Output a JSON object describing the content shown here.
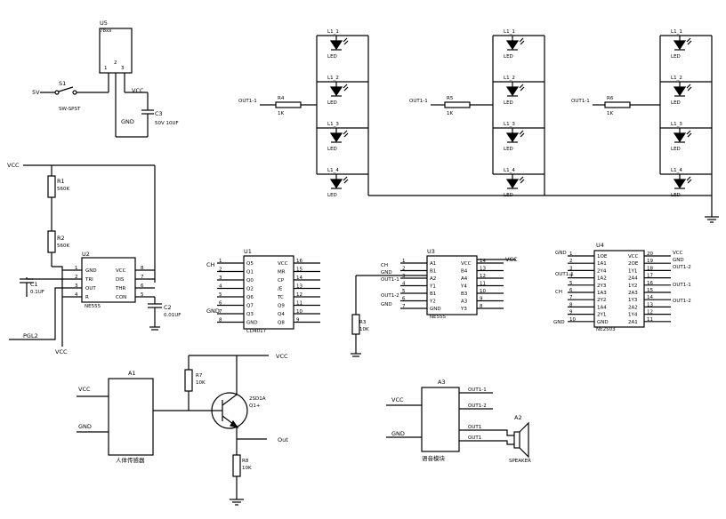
{
  "labels": {
    "u5": "U5",
    "u5_sub": "78xx",
    "ps_5v": "5V",
    "s1": "S1",
    "s1_sub": "SW-SPST",
    "vcc_reg": "VCC",
    "gnd_reg": "GND",
    "c3": "C3",
    "c3_val": "50V 10UF",
    "vcc_left": "VCC",
    "r1": "R1",
    "r1_val": "560K",
    "r2": "R2",
    "r2_val": "560K",
    "c1": "C1",
    "c1_val": "0.1UF",
    "c2": "C2",
    "c2_val": "0.01UF",
    "pgl2": "PGL2",
    "vcc_bottom": "VCC",
    "u2": "U2",
    "u2_chip": "NE555",
    "u1": "U1",
    "u1_chip": "CD4017",
    "u3": "U3",
    "u3_chip": "NE555",
    "u4": "U4",
    "u4_chip": "NE2503",
    "a1": "A1",
    "a1_title": "人体传感器",
    "a3": "A3",
    "a3_title": "语音模块",
    "a2": "A2",
    "speaker": "SPEAKER",
    "vcc_t1": "VCC",
    "t1": "2SD1A",
    "t1_sub": "Q1+",
    "r7": "R7",
    "r7_val": "10K",
    "r8": "R8",
    "r8_val": "10K",
    "out_t1": "Out",
    "vcc_a1": "VCC",
    "gnd_a1": "GND",
    "vcc_a3": "VCC",
    "gnd_a3": "GND",
    "out1_1": "OUT1-1",
    "out1_2": "OUT1-2",
    "out1_3": "OUT1",
    "out1_4": "OUT1",
    "ch": "CH",
    "gnd": "GND"
  },
  "led_groups": [
    {
      "out": "OUT1-1",
      "r": "R4",
      "rval": "1K",
      "leds": [
        "L1_1",
        "L1_2",
        "L1_3",
        "L1_4"
      ],
      "led_val": "LED"
    },
    {
      "out": "OUT1-1",
      "r": "R5",
      "rval": "1K",
      "leds": [
        "L1_1",
        "L1_2",
        "L1_3",
        "L1_4"
      ],
      "led_val": "LED"
    },
    {
      "out": "OUT1-1",
      "r": "R6",
      "rval": "1K",
      "leds": [
        "L1_1",
        "L1_2",
        "L1_3",
        "L1_4"
      ],
      "led_val": "LED"
    }
  ],
  "u2_pins": {
    "left": [
      "GND",
      "TRI",
      "OUT",
      "R"
    ],
    "right": [
      "VCC",
      "DIS",
      "THR",
      "CON"
    ],
    "nums_left": [
      "1",
      "2",
      "3",
      "4"
    ],
    "nums_right": [
      "8",
      "7",
      "6",
      "5"
    ]
  },
  "u1_pins": {
    "left": [
      "Q5",
      "Q1",
      "Q0",
      "Q2",
      "Q6",
      "Q7",
      "Q3",
      "GND"
    ],
    "right": [
      "VCC",
      "MR",
      "CP",
      "/E",
      "TC",
      "Q9",
      "Q4",
      "Q8"
    ],
    "nums_left": [
      "1",
      "2",
      "3",
      "4",
      "5",
      "6",
      "7",
      "8"
    ],
    "nums_right": [
      "16",
      "15",
      "14",
      "13",
      "12",
      "11",
      "10",
      "9"
    ]
  },
  "u3_pins": {
    "left": [
      "A1",
      "B1",
      "A2",
      "Y1",
      "B1",
      "Y2",
      "GND"
    ],
    "right": [
      "VCC",
      "B4",
      "A4",
      "Y4",
      "B3",
      "A3",
      "Y3"
    ],
    "nums_left": [
      "1",
      "2",
      "3",
      "4",
      "5",
      "6",
      "7"
    ],
    "nums_right": [
      "14",
      "13",
      "12",
      "11",
      "10",
      "9",
      "8"
    ]
  },
  "u4_pins": {
    "left": [
      "1OE",
      "1A1",
      "2Y4",
      "1A2",
      "2Y3",
      "1A3",
      "2Y2",
      "1A4",
      "2Y1",
      "GND"
    ],
    "right": [
      "VCC",
      "2OE",
      "1Y1",
      "2A4",
      "1Y2",
      "2A3",
      "1Y3",
      "2A2",
      "1Y4",
      "2A1"
    ],
    "nums_left": [
      "1",
      "2",
      "3",
      "4",
      "5",
      "6",
      "7",
      "8",
      "9",
      "10"
    ],
    "nums_right": [
      "20",
      "19",
      "18",
      "17",
      "16",
      "15",
      "14",
      "13",
      "12",
      "11"
    ]
  }
}
